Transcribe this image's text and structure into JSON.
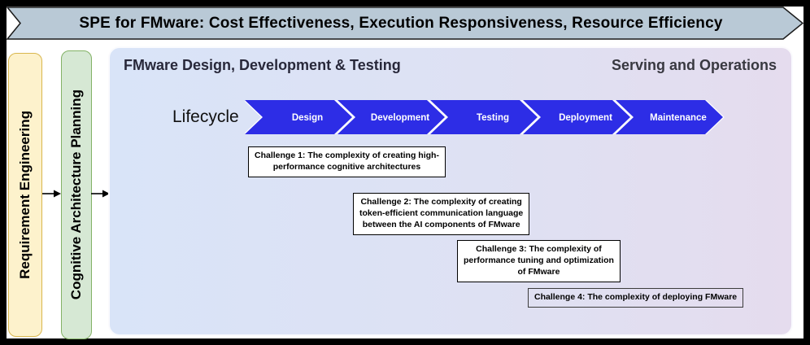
{
  "banner": {
    "title": "SPE for FMware: Cost Effectiveness, Execution Responsiveness, Resource Efficiency"
  },
  "left_pipeline": {
    "stages": [
      {
        "label": "Requirement Engineering"
      },
      {
        "label": "Cognitive Architecture Planning"
      }
    ]
  },
  "main_panel": {
    "left_header": "FMware Design, Development & Testing",
    "right_header": "Serving and Operations",
    "lifecycle_label": "Lifecycle",
    "lifecycle_phases": [
      "Design",
      "Development",
      "Testing",
      "Deployment",
      "Maintenance"
    ],
    "challenges": [
      {
        "lines": [
          "Challenge 1: The complexity of creating high-",
          "performance cognitive architectures"
        ]
      },
      {
        "lines": [
          "Challenge 2: The complexity of creating",
          "token-efficient communication language",
          "between the AI components of FMware"
        ]
      },
      {
        "lines": [
          "Challenge 3: The complexity of",
          "performance tuning and optimization",
          "of FMware"
        ]
      },
      {
        "lines": [
          "Challenge 4: The complexity of deploying FMware"
        ]
      }
    ]
  },
  "colors": {
    "banner_fill": "#b9c9d6",
    "banner_border": "#1a1a1a",
    "requirement_fill": "#fdf2cc",
    "requirement_border": "#d9b74e",
    "cognitive_fill": "#d6e8d4",
    "cognitive_border": "#83b266",
    "panel_gradient_left": "#d9e4f8",
    "panel_gradient_right": "#e5dcee",
    "chevron_blue": "#2d2de6",
    "chevron_text": "#ffffff",
    "challenge_border": "#000000"
  }
}
